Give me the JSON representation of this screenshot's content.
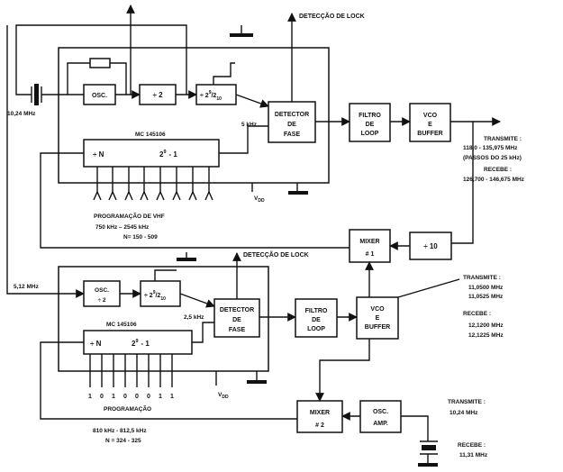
{
  "top": {
    "xtal_freq": "10,24 MHz",
    "osc": "OSC.",
    "div2": "÷ 2",
    "divpow_main": "÷ 2",
    "divpow_exp": "9",
    "divpow_tail": "/2",
    "divpow_sub": "10",
    "lock_label": "DETECÇÃO DE LOCK",
    "freq_5k": "5 kHz",
    "detector": [
      "DETECTOR",
      "DE",
      "FASE"
    ],
    "filtro": [
      "FILTRO",
      "DE",
      "LOOP"
    ],
    "vco": [
      "VCO",
      "E",
      "BUFFER"
    ],
    "ic_name": "MC 145106",
    "div_n": "÷ N",
    "pow_2": "2",
    "pow_exp": "9",
    "pow_tail": "- 1",
    "vdd": "V",
    "vdd_sub": "DD",
    "prog_1": "PROGRAMAÇÃO      DE        VHF",
    "prog_2": "750 kHz    –    2545 kHz",
    "prog_3": "N= 150 - 509",
    "tx_title": "TRANSMITE :",
    "tx_range": "118,0 - 135,975 MHz",
    "tx_steps": "(PASSOS   DO   25 kHz)",
    "rx_title": "RECEBE :",
    "rx_range": "126,700 - 146,675 MHz"
  },
  "mixer1": {
    "label": "MIXER",
    "num": "# 1"
  },
  "div10": "÷ 10",
  "bottom": {
    "ref_freq": "5,12 MHz",
    "osc_div": "OSC.",
    "osc_div_2": "÷ 2",
    "divpow_main": "÷ 2",
    "divpow_exp": "9",
    "divpow_tail": "/2",
    "divpow_sub": "10",
    "lock_label": "DETECÇÃO DE LOCK",
    "freq_25k": "2,5 kHz",
    "detector": [
      "DETECTOR",
      "DE",
      "FASE"
    ],
    "filtro": [
      "FILTRO",
      "DE",
      "LOOP"
    ],
    "vco": [
      "VCO",
      "E",
      "BUFFER"
    ],
    "ic_name": "MC 145106",
    "div_n": "÷ N",
    "pow_2": "2",
    "pow_exp": "9",
    "pow_tail": "- 1",
    "bits": [
      "1",
      "0",
      "1",
      "0",
      "0",
      "0",
      "1",
      "1"
    ],
    "vdd": "V",
    "vdd_sub": "DD",
    "prog_label": "PROGRAMAÇÃO",
    "prog_range": "810 kHz  - 812,5 kHz",
    "prog_n": "N = 324 - 325",
    "tx_title": "TRANSMITE :",
    "tx_1": "11,0500  MHz",
    "tx_2": "11,0525  MHz",
    "rx_title": "RECEBE :",
    "rx_1": "12,1200  MHz",
    "rx_2": "12,1225  MHz"
  },
  "mixer2": {
    "label": "MIXER",
    "num": "# 2"
  },
  "osc_amp": [
    "OSC.",
    "AMP."
  ],
  "xtal2": {
    "tx_title": "TRANSMITE :",
    "tx_freq": "10,24  MHz",
    "rx_title": "RECEBE :",
    "rx_freq": "11,31  MHz"
  }
}
